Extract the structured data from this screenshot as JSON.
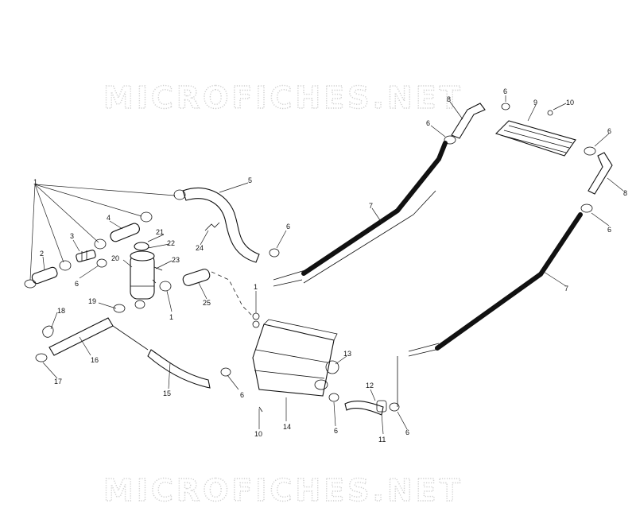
{
  "watermark": {
    "top": "MICROFICHES.NET",
    "bottom": "MICROFICHES.NET"
  },
  "callouts": [
    {
      "id": "c1a",
      "text": "1"
    },
    {
      "id": "c1b",
      "text": "1"
    },
    {
      "id": "c1c",
      "text": "1"
    },
    {
      "id": "c2",
      "text": "2"
    },
    {
      "id": "c3",
      "text": "3"
    },
    {
      "id": "c4",
      "text": "4"
    },
    {
      "id": "c5",
      "text": "5"
    },
    {
      "id": "c6a",
      "text": "6"
    },
    {
      "id": "c6b",
      "text": "6"
    },
    {
      "id": "c6c",
      "text": "6"
    },
    {
      "id": "c6d",
      "text": "6"
    },
    {
      "id": "c6e",
      "text": "6"
    },
    {
      "id": "c6f",
      "text": "6"
    },
    {
      "id": "c6g",
      "text": "6"
    },
    {
      "id": "c6h",
      "text": "6"
    },
    {
      "id": "c6i",
      "text": "6"
    },
    {
      "id": "c7a",
      "text": "7"
    },
    {
      "id": "c7b",
      "text": "7"
    },
    {
      "id": "c8a",
      "text": "8"
    },
    {
      "id": "c8b",
      "text": "8"
    },
    {
      "id": "c9",
      "text": "9"
    },
    {
      "id": "c10a",
      "text": "10"
    },
    {
      "id": "c10b",
      "text": "10"
    },
    {
      "id": "c11",
      "text": "11"
    },
    {
      "id": "c12",
      "text": "12"
    },
    {
      "id": "c13",
      "text": "13"
    },
    {
      "id": "c14",
      "text": "14"
    },
    {
      "id": "c15",
      "text": "15"
    },
    {
      "id": "c16",
      "text": "16"
    },
    {
      "id": "c17",
      "text": "17"
    },
    {
      "id": "c18",
      "text": "18"
    },
    {
      "id": "c19",
      "text": "19"
    },
    {
      "id": "c20",
      "text": "20"
    },
    {
      "id": "c21",
      "text": "21"
    },
    {
      "id": "c22",
      "text": "22"
    },
    {
      "id": "c23",
      "text": "23"
    },
    {
      "id": "c24",
      "text": "24"
    },
    {
      "id": "c25",
      "text": "25"
    }
  ]
}
